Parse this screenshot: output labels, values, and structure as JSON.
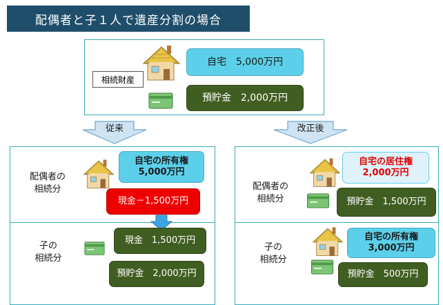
{
  "title": "配偶者と子１人で遺産分割の場合",
  "estate": {
    "label": "相続財産",
    "home": "自宅　5,000万円",
    "savings": "預貯金　2,000万円"
  },
  "arrows": {
    "before": "従来",
    "after": "改正後"
  },
  "before": {
    "spouse_label_1": "配偶者の",
    "spouse_label_2": "相続分",
    "spouse_home_1": "自宅の所有権",
    "spouse_home_2": "5,000万円",
    "spouse_cash": "現金－1,500万円",
    "child_label_1": "子の",
    "child_label_2": "相続分",
    "child_cash": "現金　1,500万円",
    "child_savings": "預貯金　2,000万円"
  },
  "after": {
    "spouse_label_1": "配偶者の",
    "spouse_label_2": "相続分",
    "spouse_home_1": "自宅の居住権",
    "spouse_home_2": "2,000万円",
    "spouse_savings": "預貯金　1,500万円",
    "child_label_1": "子の",
    "child_label_2": "相続分",
    "child_home_1": "自宅の所有権",
    "child_home_2": "3,000万円",
    "child_savings": "預貯金　500万円"
  }
}
